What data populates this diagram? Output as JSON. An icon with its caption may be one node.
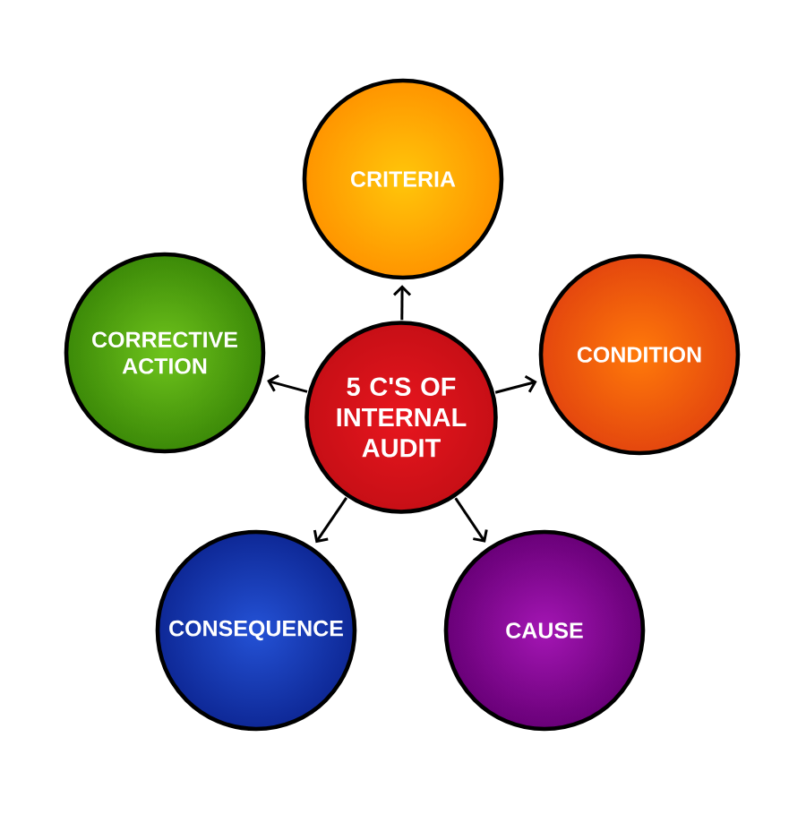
{
  "diagram": {
    "nodes": [
      {
        "text": [
          "5 C'S OF INTERNAL AUDIT"
        ]
      },
      {
        "text": [
          "CRITERIA"
        ]
      },
      {
        "text": [
          "CONDITION"
        ]
      },
      {
        "text": [
          "CAUSE"
        ]
      },
      {
        "text": [
          "CONSEQUENCE"
        ]
      },
      {
        "text": [
          "CORRECTIVE ACTION"
        ]
      }
    ],
    "edges": [
      {
        "from": 0,
        "to": 1,
        "arrow": "to"
      },
      {
        "from": 0,
        "to": 2,
        "arrow": "to"
      },
      {
        "from": 0,
        "to": 3,
        "arrow": "to"
      },
      {
        "from": 0,
        "to": 4,
        "arrow": "to"
      },
      {
        "from": 0,
        "to": 5,
        "arrow": "to"
      }
    ]
  }
}
